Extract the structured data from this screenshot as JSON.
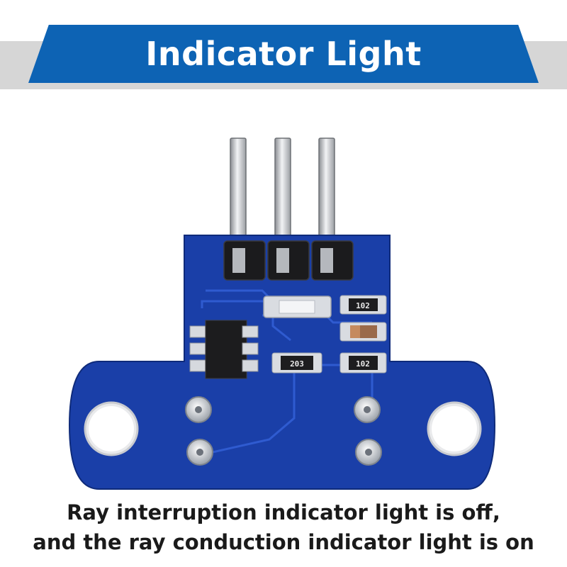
{
  "banner": {
    "title": "Indicator Light"
  },
  "board": {
    "component_labels": {
      "top_resistor": "102",
      "left_resistor": "203",
      "right_resistor": "102"
    }
  },
  "caption": {
    "line1": "Ray interruption indicator light is off,",
    "line2": "and the ray conduction indicator light is on"
  },
  "colors": {
    "banner": "#0d63b4",
    "band": "#d6d6d6",
    "pcb": "#1a3fa8"
  }
}
